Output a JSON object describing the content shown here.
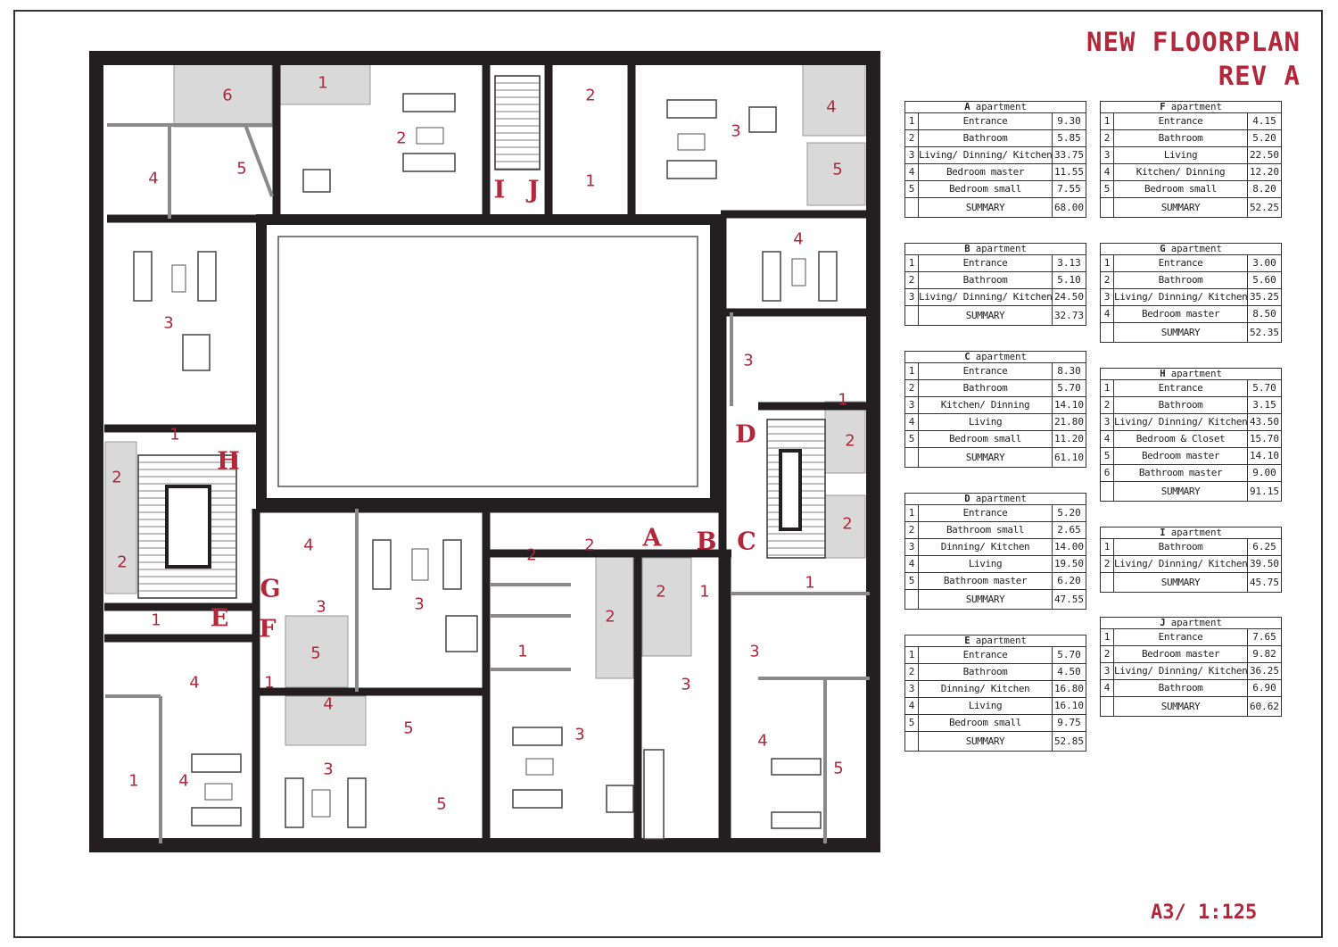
{
  "title": {
    "line1": "NEW FLOORPLAN",
    "line2": "REV A"
  },
  "scale": "A3/ 1:125",
  "tables": [
    {
      "letter": "A",
      "suffix": " apartment",
      "rows": [
        [
          "1",
          "Entrance",
          "9.30"
        ],
        [
          "2",
          "Bathroom",
          "5.85"
        ],
        [
          "3",
          "Living/ Dinning/ Kitchen",
          "33.75"
        ],
        [
          "4",
          "Bedroom master",
          "11.55"
        ],
        [
          "5",
          "Bedroom small",
          "7.55"
        ],
        [
          "",
          "SUMMARY",
          "68.00"
        ]
      ]
    },
    {
      "letter": "B",
      "suffix": " apartment",
      "rows": [
        [
          "1",
          "Entrance",
          "3.13"
        ],
        [
          "2",
          "Bathroom",
          "5.10"
        ],
        [
          "3",
          "Living/ Dinning/ Kitchen",
          "24.50"
        ],
        [
          "",
          "SUMMARY",
          "32.73"
        ]
      ]
    },
    {
      "letter": "C",
      "suffix": " apartment",
      "rows": [
        [
          "1",
          "Entrance",
          "8.30"
        ],
        [
          "2",
          "Bathroom",
          "5.70"
        ],
        [
          "3",
          "Kitchen/ Dinning",
          "14.10"
        ],
        [
          "4",
          "Living",
          "21.80"
        ],
        [
          "5",
          "Bedroom small",
          "11.20"
        ],
        [
          "",
          "SUMMARY",
          "61.10"
        ]
      ]
    },
    {
      "letter": "D",
      "suffix": " apartment",
      "rows": [
        [
          "1",
          "Entrance",
          "5.20"
        ],
        [
          "2",
          "Bathroom small",
          "2.65"
        ],
        [
          "3",
          "Dinning/ Kitchen",
          "14.00"
        ],
        [
          "4",
          "Living",
          "19.50"
        ],
        [
          "5",
          "Bathroom master",
          "6.20"
        ],
        [
          "",
          "SUMMARY",
          "47.55"
        ]
      ]
    },
    {
      "letter": "E",
      "suffix": " apartment",
      "rows": [
        [
          "1",
          "Entrance",
          "5.70"
        ],
        [
          "2",
          "Bathroom",
          "4.50"
        ],
        [
          "3",
          "Dinning/ Kitchen",
          "16.80"
        ],
        [
          "4",
          "Living",
          "16.10"
        ],
        [
          "5",
          "Bedroom small",
          "9.75"
        ],
        [
          "",
          "SUMMARY",
          "52.85"
        ]
      ]
    },
    {
      "letter": "F",
      "suffix": " apartment",
      "rows": [
        [
          "1",
          "Entrance",
          "4.15"
        ],
        [
          "2",
          "Bathroom",
          "5.20"
        ],
        [
          "3",
          "Living",
          "22.50"
        ],
        [
          "4",
          "Kitchen/ Dinning",
          "12.20"
        ],
        [
          "5",
          "Bedroom small",
          "8.20"
        ],
        [
          "",
          "SUMMARY",
          "52.25"
        ]
      ]
    },
    {
      "letter": "G",
      "suffix": " apartment",
      "rows": [
        [
          "1",
          "Entrance",
          "3.00"
        ],
        [
          "2",
          "Bathroom",
          "5.60"
        ],
        [
          "3",
          "Living/ Dinning/ Kitchen",
          "35.25"
        ],
        [
          "4",
          "Bedroom master",
          "8.50"
        ],
        [
          "",
          "SUMMARY",
          "52.35"
        ]
      ]
    },
    {
      "letter": "H",
      "suffix": " apartment",
      "rows": [
        [
          "1",
          "Entrance",
          "5.70"
        ],
        [
          "2",
          "Bathroom",
          "3.15"
        ],
        [
          "3",
          "Living/ Dinning/ Kitchen",
          "43.50"
        ],
        [
          "4",
          "Bedroom & Closet",
          "15.70"
        ],
        [
          "5",
          "Bedroom master",
          "14.10"
        ],
        [
          "6",
          "Bathroom master",
          "9.00"
        ],
        [
          "",
          "SUMMARY",
          "91.15"
        ]
      ]
    },
    {
      "letter": "I",
      "suffix": " apartment",
      "rows": [
        [
          "1",
          "Bathroom",
          "6.25"
        ],
        [
          "2",
          "Living/ Dinning/ Kitchen",
          "39.50"
        ],
        [
          "",
          "SUMMARY",
          "45.75"
        ]
      ]
    },
    {
      "letter": "J",
      "suffix": " apartment",
      "rows": [
        [
          "1",
          "Entrance",
          "7.65"
        ],
        [
          "2",
          "Bedroom master",
          "9.82"
        ],
        [
          "3",
          "Living/ Dinning/ Kitchen",
          "36.25"
        ],
        [
          "4",
          "Bathroom",
          "6.90"
        ],
        [
          "",
          "SUMMARY",
          "60.62"
        ]
      ]
    }
  ],
  "plan": {
    "apartment_letters": [
      "I",
      "J",
      "H",
      "D",
      "A",
      "B",
      "C",
      "G",
      "E",
      "F"
    ],
    "room_numbers": [
      "6",
      "4",
      "5",
      "3",
      "1",
      "2",
      "2",
      "1",
      "2",
      "2",
      "1",
      "3",
      "4",
      "5",
      "4",
      "3",
      "1",
      "2",
      "2",
      "1",
      "3",
      "4",
      "5",
      "4",
      "3",
      "1",
      "2",
      "2",
      "1",
      "4",
      "3",
      "5",
      "4",
      "1",
      "5",
      "3",
      "2",
      "2",
      "1",
      "3",
      "1",
      "3",
      "5",
      "4"
    ],
    "colors": {
      "wall": "#231f20",
      "label": "#b0283a",
      "partition": "#8a8a8a",
      "tile": "#d9d9d9"
    }
  }
}
